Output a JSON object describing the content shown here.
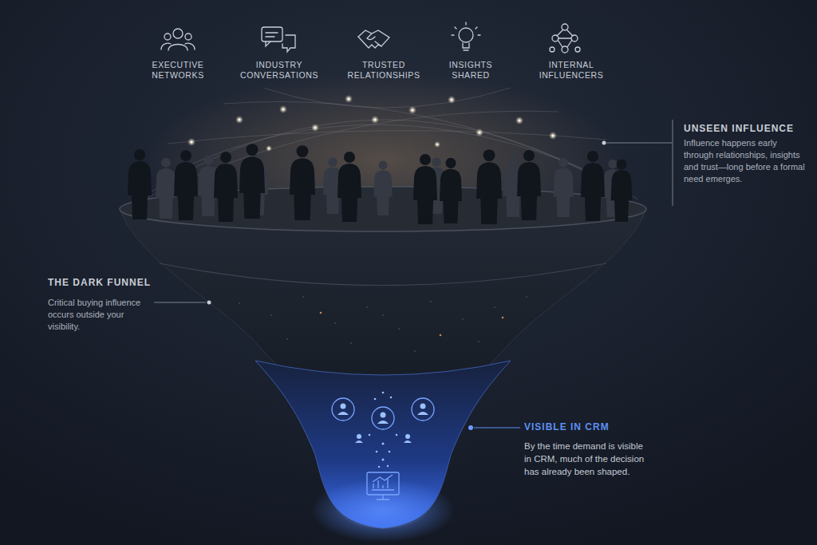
{
  "diagram": {
    "labels": [
      "EXECUTIVE NETWORKS",
      "INDUSTRY CONVERSATIONS",
      "TRUSTED RELATIONSHIPS",
      "INSIGHTS SHARED",
      "INTERNAL INFLUENCERS",
      "UNSEEN INFLUENCE",
      "Influence happens early through relationships, insights and trust—long before a formal need emerges.",
      "THE DARK FUNNEL",
      "Critical buying influence occurs outside your visibility.",
      "VISIBLE IN CRM",
      "By the time demand is visible in CRM, much of the decision has already been shaped."
    ]
  }
}
